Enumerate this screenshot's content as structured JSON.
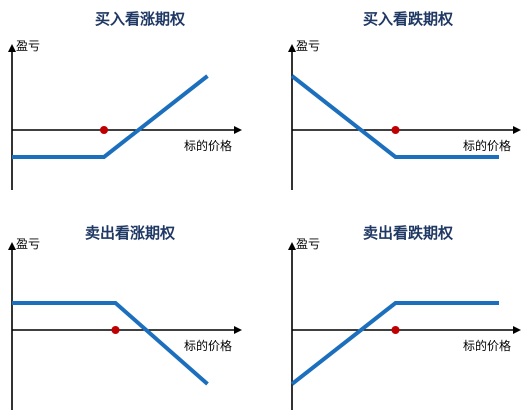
{
  "colors": {
    "background": "#ffffff",
    "title": "#1f3864",
    "axis": "#000000",
    "payoff_line": "#1b6fbd",
    "strike_marker": "#c00000"
  },
  "chart_data": [
    {
      "type": "line",
      "title": "买入看涨期权",
      "ylabel": "盈亏",
      "xlabel": "标的价格",
      "xlim": [
        0,
        10
      ],
      "ylim": [
        -4,
        6
      ],
      "strike": 4,
      "series": [
        {
          "x": [
            0,
            4,
            8.5
          ],
          "y": [
            -1,
            -1,
            2
          ]
        }
      ]
    },
    {
      "type": "line",
      "title": "买入看跌期权",
      "ylabel": "盈亏",
      "xlabel": "标的价格",
      "xlim": [
        0,
        10
      ],
      "ylim": [
        -4,
        6
      ],
      "strike": 4.5,
      "series": [
        {
          "x": [
            0,
            4.5,
            9
          ],
          "y": [
            2,
            -1,
            -1
          ]
        }
      ]
    },
    {
      "type": "line",
      "title": "卖出看涨期权",
      "ylabel": "盈亏",
      "xlabel": "标的价格",
      "xlim": [
        0,
        10
      ],
      "ylim": [
        -4,
        6
      ],
      "strike": 4.5,
      "series": [
        {
          "x": [
            0,
            4.5,
            8.5
          ],
          "y": [
            1,
            1,
            -2
          ]
        }
      ]
    },
    {
      "type": "line",
      "title": "卖出看跌期权",
      "ylabel": "盈亏",
      "xlabel": "标的价格",
      "xlim": [
        0,
        10
      ],
      "ylim": [
        -4,
        6
      ],
      "strike": 4.5,
      "series": [
        {
          "x": [
            0,
            4.5,
            9
          ],
          "y": [
            -2,
            1,
            1
          ]
        }
      ]
    }
  ]
}
